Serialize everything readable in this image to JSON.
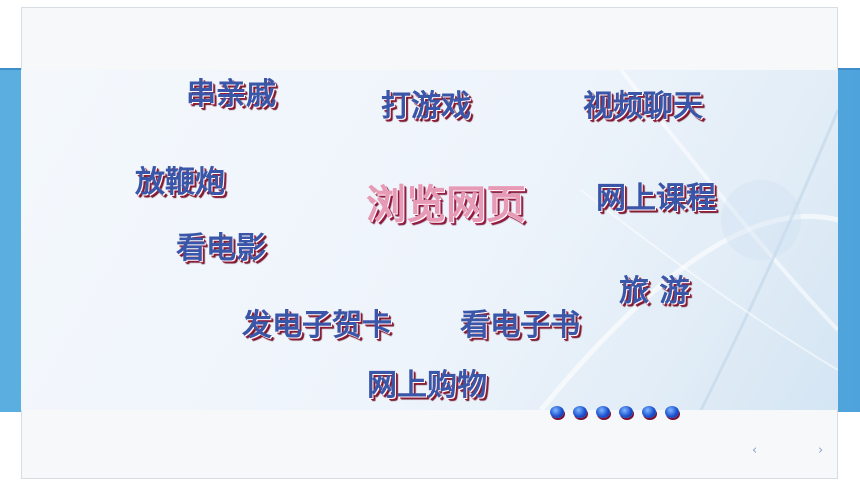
{
  "slide": {
    "center_word": "浏览网页",
    "words": {
      "visit_relatives": "串亲戚",
      "play_games": "打游戏",
      "video_chat": "视频聊天",
      "firecrackers": "放鞭炮",
      "online_courses": "网上课程",
      "watch_movies": "看电影",
      "travel": "旅 游",
      "send_ecard": "发电子贺卡",
      "read_ebook": "看电子书",
      "online_shopping": "网上购物"
    },
    "ellipsis_dot_count": 6
  },
  "nav": {
    "prev_symbol": "‹",
    "next_symbol": "›"
  }
}
